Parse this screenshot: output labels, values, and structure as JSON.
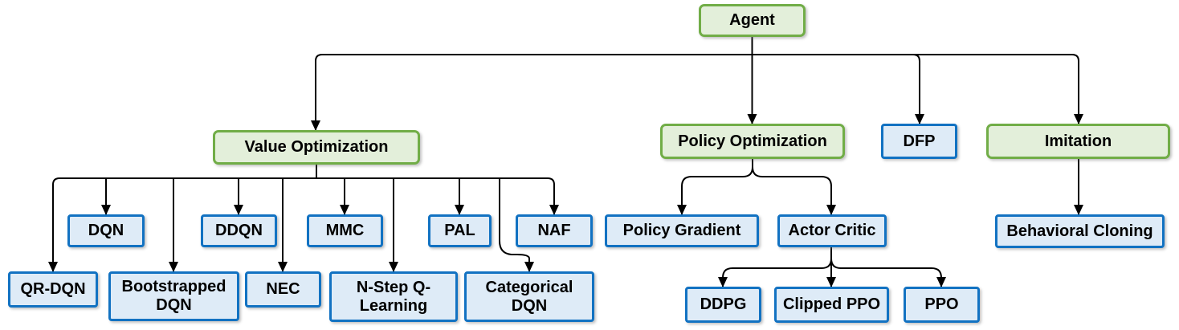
{
  "diagram": {
    "type": "hierarchy-tree",
    "root": "Agent",
    "colors": {
      "category_fill": "#E3EFDA",
      "category_border": "#71AD47",
      "algorithm_fill": "#DEEBF7",
      "algorithm_border": "#1272C2",
      "connector": "#000000"
    },
    "nodes": {
      "agent": {
        "label": "Agent",
        "kind": "category"
      },
      "value_optimization": {
        "label": "Value Optimization",
        "kind": "category"
      },
      "policy_optimization": {
        "label": "Policy Optimization",
        "kind": "category"
      },
      "dfp": {
        "label": "DFP",
        "kind": "algorithm"
      },
      "imitation": {
        "label": "Imitation",
        "kind": "category"
      },
      "dqn": {
        "label": "DQN",
        "kind": "algorithm"
      },
      "ddqn": {
        "label": "DDQN",
        "kind": "algorithm"
      },
      "mmc": {
        "label": "MMC",
        "kind": "algorithm"
      },
      "pal": {
        "label": "PAL",
        "kind": "algorithm"
      },
      "naf": {
        "label": "NAF",
        "kind": "algorithm"
      },
      "qr_dqn": {
        "label": "QR-DQN",
        "kind": "algorithm"
      },
      "bootstrapped_dqn": {
        "label": "Bootstrapped DQN",
        "kind": "algorithm"
      },
      "nec": {
        "label": "NEC",
        "kind": "algorithm"
      },
      "n_step_q_learning": {
        "label": "N-Step Q-Learning",
        "kind": "algorithm"
      },
      "categorical_dqn": {
        "label": "Categorical DQN",
        "kind": "algorithm"
      },
      "policy_gradient": {
        "label": "Policy Gradient",
        "kind": "algorithm"
      },
      "actor_critic": {
        "label": "Actor Critic",
        "kind": "algorithm"
      },
      "ddpg": {
        "label": "DDPG",
        "kind": "algorithm"
      },
      "clipped_ppo": {
        "label": "Clipped PPO",
        "kind": "algorithm"
      },
      "ppo": {
        "label": "PPO",
        "kind": "algorithm"
      },
      "behavioral_cloning": {
        "label": "Behavioral Cloning",
        "kind": "algorithm"
      }
    },
    "edges": [
      [
        "Agent",
        "Value Optimization"
      ],
      [
        "Agent",
        "Policy Optimization"
      ],
      [
        "Agent",
        "DFP"
      ],
      [
        "Agent",
        "Imitation"
      ],
      [
        "Value Optimization",
        "QR-DQN"
      ],
      [
        "Value Optimization",
        "DQN"
      ],
      [
        "Value Optimization",
        "Bootstrapped DQN"
      ],
      [
        "Value Optimization",
        "DDQN"
      ],
      [
        "Value Optimization",
        "NEC"
      ],
      [
        "Value Optimization",
        "MMC"
      ],
      [
        "Value Optimization",
        "N-Step Q-Learning"
      ],
      [
        "Value Optimization",
        "PAL"
      ],
      [
        "Value Optimization",
        "Categorical DQN"
      ],
      [
        "Value Optimization",
        "NAF"
      ],
      [
        "Policy Optimization",
        "Policy Gradient"
      ],
      [
        "Policy Optimization",
        "Actor Critic"
      ],
      [
        "Actor Critic",
        "DDPG"
      ],
      [
        "Actor Critic",
        "Clipped PPO"
      ],
      [
        "Actor Critic",
        "PPO"
      ],
      [
        "Imitation",
        "Behavioral Cloning"
      ]
    ]
  }
}
